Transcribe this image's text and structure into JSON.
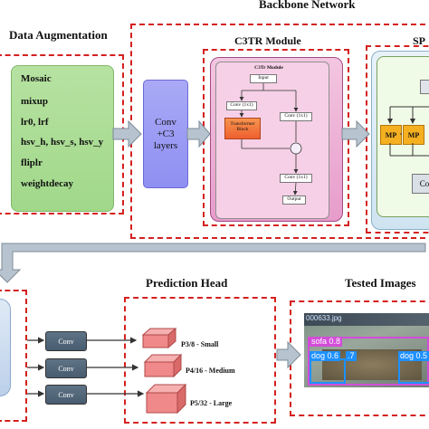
{
  "titles": {
    "backbone": "Backbone  Network",
    "augmentation": "Data Augmentation",
    "c3tr": "C3TR Module",
    "spp": "SP",
    "prediction": "Prediction Head",
    "tested": "Tested Images"
  },
  "augmentation_items": [
    "Mosaic",
    "mixup",
    "lr0, lrf",
    "hsv_h, hsv_s, hsv_y",
    "fliplr",
    "weightdecay"
  ],
  "conv_c3": {
    "line1": "Conv",
    "line2": "+C3 layers"
  },
  "c3tr_inner": {
    "title": "C3Tr Module",
    "input": "Input",
    "conv_a": "Conv (1x1)",
    "transformer": "Transformer Block",
    "conv_b": "Conv (1x1)",
    "conv_c": "Conv (1x1)",
    "output": "Output"
  },
  "spp": {
    "mp1": "MP",
    "mp2": "MP",
    "conv": "Co"
  },
  "prediction": {
    "conv_labels": [
      "Conv",
      "Conv",
      "Conv"
    ],
    "heads": [
      "P3/8 - Small",
      "P4/16 - Medium",
      "P5/32 - Large"
    ]
  },
  "tested_image": {
    "top_label": "000633.jpg",
    "detections": [
      "sofa  0.8",
      "dog  0.6",
      ".7",
      "dog  0.5"
    ]
  },
  "colors": {
    "dashed_border": "#d42020",
    "augmentation_fill": "#a1d88a",
    "conv_c3_fill": "#8f8ff2",
    "c3tr_fill": "#e79ccb",
    "transformer_fill": "#f36e3a",
    "mp_fill": "#f5b021",
    "conv_small_fill": "#485c70",
    "pred_block_fill": "#f08a8a",
    "arrow": "#b7c4cf"
  }
}
